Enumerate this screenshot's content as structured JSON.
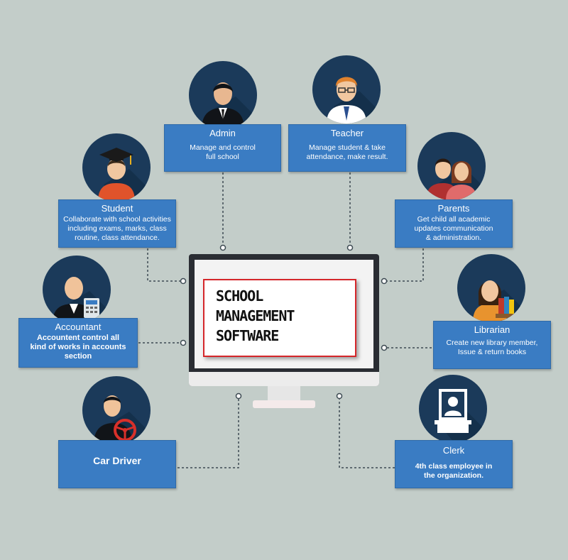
{
  "center": {
    "title_lines": [
      "SCHOOL",
      "MANAGEMENT",
      "SOFTWARE"
    ]
  },
  "roles": [
    {
      "key": "admin",
      "title": "Admin",
      "description": "Manage and control\nfull school",
      "icon": "admin-icon"
    },
    {
      "key": "teacher",
      "title": "Teacher",
      "description": "Manage student & take\nattendance, make result.",
      "icon": "teacher-icon"
    },
    {
      "key": "student",
      "title": "Student",
      "description": "Collaborate with school activities\nincluding exams, marks, class\nroutine, class attendance.",
      "icon": "student-icon"
    },
    {
      "key": "parents",
      "title": "Parents",
      "description": "Get child all academic\nupdates communication\n& administration.",
      "icon": "parents-icon"
    },
    {
      "key": "accountant",
      "title": "Accountant",
      "description": "Accountent control all\nkind of works in accounts\nsection",
      "icon": "accountant-icon"
    },
    {
      "key": "librarian",
      "title": "Librarian",
      "description": "Create new library member,\nIssue & return books",
      "icon": "librarian-icon"
    },
    {
      "key": "car_driver",
      "title": "Car Driver",
      "description": "",
      "icon": "car-driver-icon"
    },
    {
      "key": "clerk",
      "title": "Clerk",
      "description": "4th class employee in\nthe organization.",
      "icon": "clerk-icon"
    }
  ],
  "colors": {
    "background": "#c3cdc9",
    "box": "#3a7cc3",
    "icon_circle": "#1b3a5a",
    "title_border": "#d5262a"
  }
}
